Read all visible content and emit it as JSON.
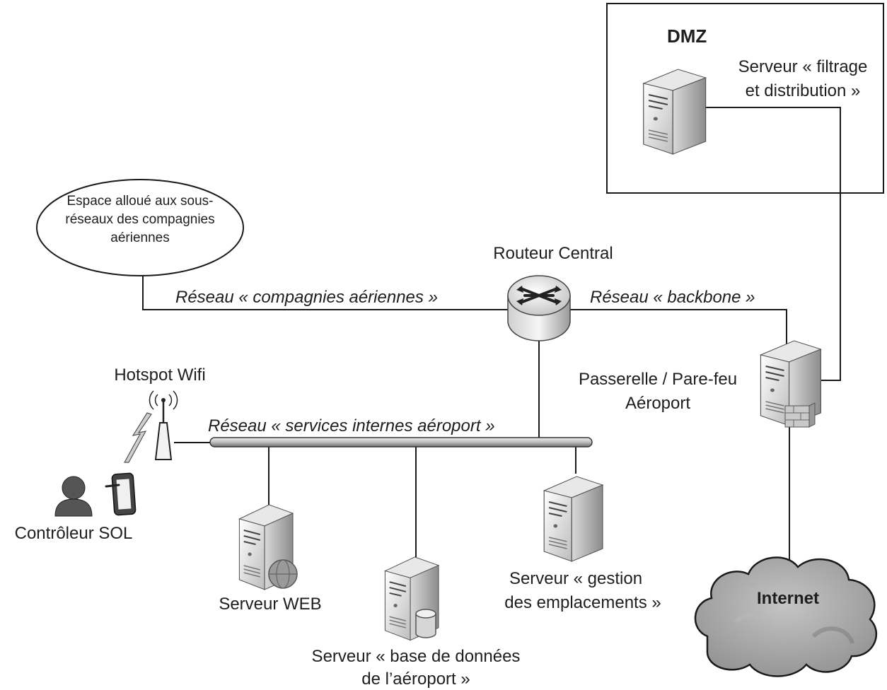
{
  "dmz": {
    "title": "DMZ",
    "server_label_1": "Serveur « filtrage",
    "server_label_2": "et distribution »"
  },
  "airline_space": {
    "line1": "Espace alloué aux sous-",
    "line2": "réseaux des compagnies",
    "line3": "aériennes"
  },
  "router": {
    "label": "Routeur Central"
  },
  "networks": {
    "airlines": "Réseau « compagnies aériennes »",
    "backbone": "Réseau « backbone »",
    "internal": "Réseau « services internes aéroport »"
  },
  "gateway": {
    "line1": "Passerelle / Pare-feu",
    "line2": "Aéroport"
  },
  "hotspot": {
    "label": "Hotspot Wifi"
  },
  "controller": {
    "label": "Contrôleur SOL"
  },
  "web_server": {
    "label": "Serveur WEB"
  },
  "db_server": {
    "line1": "Serveur « base de données",
    "line2": "de l’aéroport »"
  },
  "slots_server": {
    "line1": "Serveur « gestion",
    "line2": "des emplacements »"
  },
  "internet": {
    "label": "Internet"
  },
  "colors": {
    "line": "#1a1a1a",
    "server_light": "#f2f2f2",
    "server_mid": "#c8c8c8",
    "server_dark": "#8a8a8a",
    "cloud": "#a9a9a9"
  }
}
